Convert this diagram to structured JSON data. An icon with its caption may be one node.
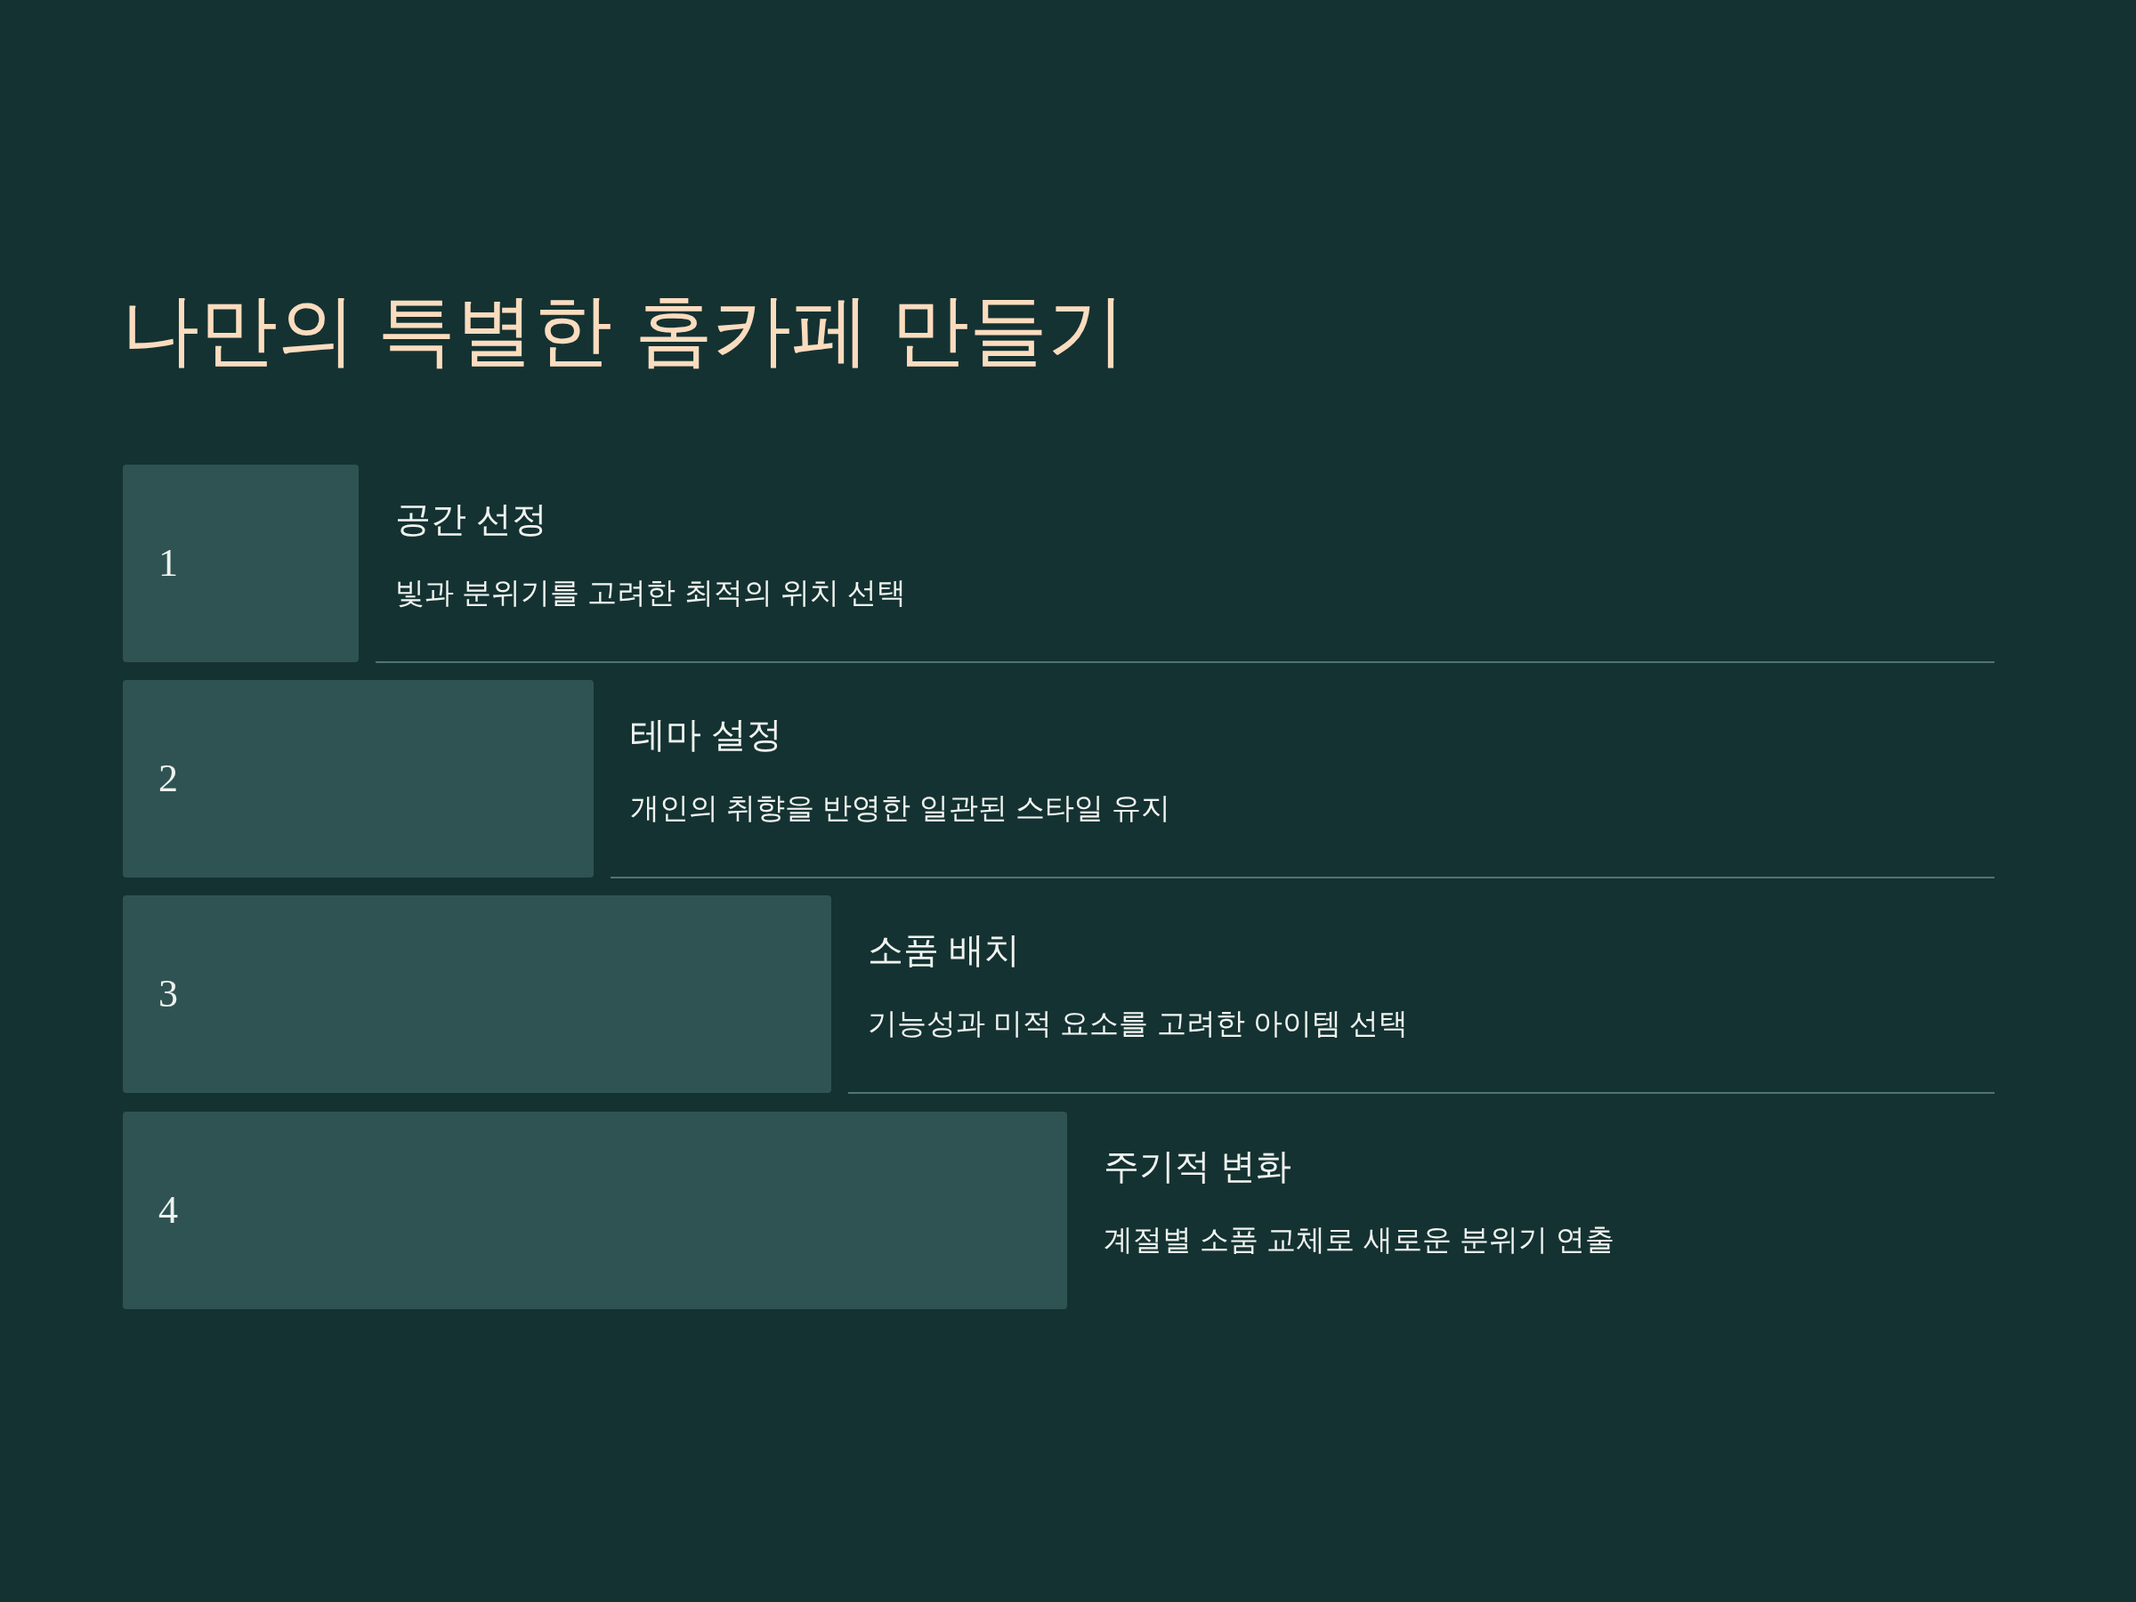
{
  "diagram": {
    "title": "나만의 특별한 홈카페 만들기",
    "nodes": [
      {
        "text": [
          "1"
        ],
        "beside": [
          "공간 선정",
          "빛과 분위기를 고려한 최적의 위치 선택"
        ]
      },
      {
        "text": [
          "2"
        ],
        "beside": [
          "테마 설정",
          "개인의 취향을 반영한 일관된 스타일 유지"
        ]
      },
      {
        "text": [
          "3"
        ],
        "beside": [
          "소품 배치",
          "기능성과 미적 요소를 고려한 아이템 선택"
        ]
      },
      {
        "text": [
          "4"
        ],
        "beside": [
          "주기적 변화",
          "계절별 소품 교체로 새로운 분위기 연출"
        ]
      }
    ]
  }
}
